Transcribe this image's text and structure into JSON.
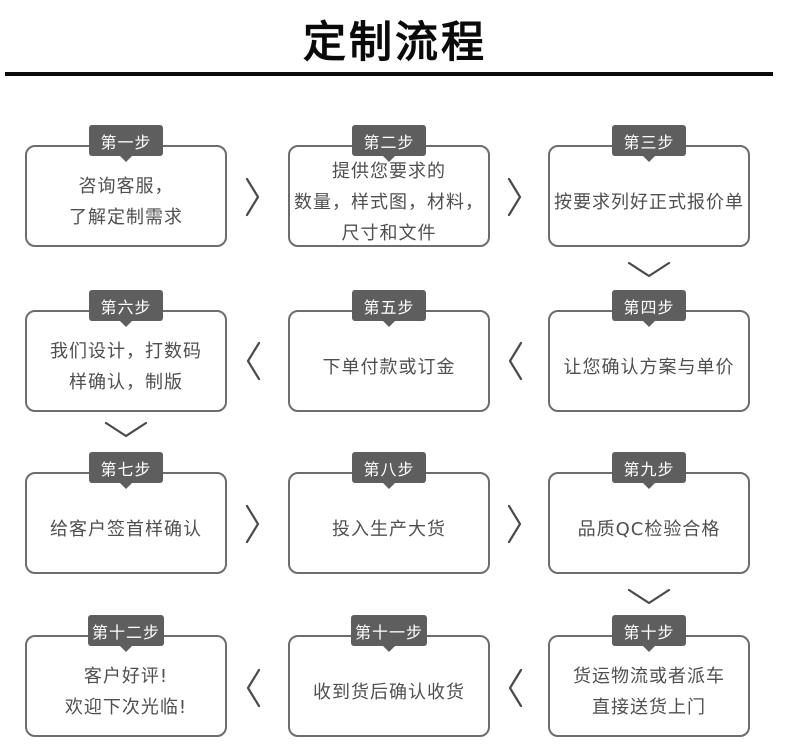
{
  "header": {
    "title": "定制流程"
  },
  "colors": {
    "tab_bg": "#5e5e5e",
    "tab_text": "#ffffff",
    "box_border": "#6d6d6d",
    "box_text": "#4f4f4f",
    "arrow": "#4a4a4a",
    "title_color": "#0a0a0a",
    "rule_color": "#0a0a0a",
    "page_bg": "#ffffff"
  },
  "steps": [
    {
      "label": "第一步",
      "lines": [
        "咨询客服，",
        "了解定制需求"
      ]
    },
    {
      "label": "第二步",
      "lines": [
        "提供您要求的",
        "数量，样式图，材料，",
        "尺寸和文件"
      ]
    },
    {
      "label": "第三步",
      "lines": [
        "按要求列好正式报价单"
      ]
    },
    {
      "label": "第四步",
      "lines": [
        "让您确认方案与单价"
      ]
    },
    {
      "label": "第五步",
      "lines": [
        "下单付款或订金"
      ]
    },
    {
      "label": "第六步",
      "lines": [
        "我们设计，打数码",
        "样确认，制版"
      ]
    },
    {
      "label": "第七步",
      "lines": [
        "给客户签首样确认"
      ]
    },
    {
      "label": "第八步",
      "lines": [
        "投入生产大货"
      ]
    },
    {
      "label": "第九步",
      "lines": [
        "品质QC检验合格"
      ]
    },
    {
      "label": "第十步",
      "lines": [
        "货运物流或者派车",
        "直接送货上门"
      ]
    },
    {
      "label": "第十一步",
      "lines": [
        "收到货后确认收货"
      ]
    },
    {
      "label": "第十二步",
      "lines": [
        "客户好评!",
        "欢迎下次光临!"
      ]
    }
  ]
}
